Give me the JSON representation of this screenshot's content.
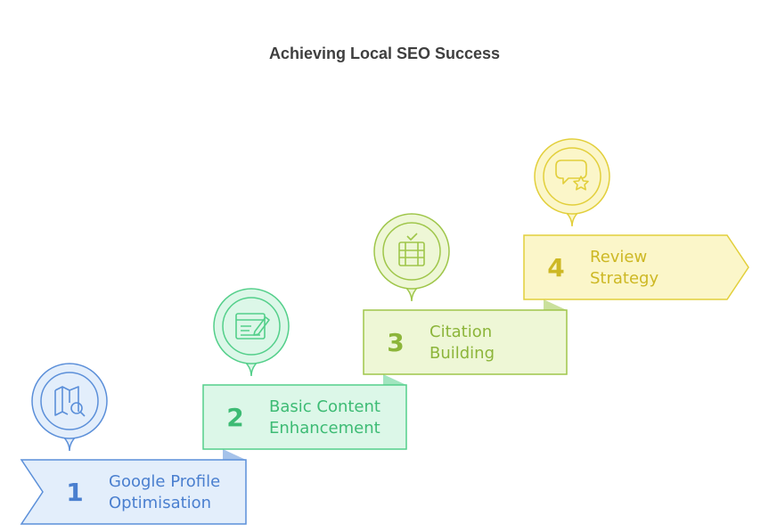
{
  "title": "Achieving Local SEO Success",
  "steps": [
    {
      "number": "1",
      "line1": "Google Profile",
      "line2": "Optimisation",
      "icon": "map-search-icon",
      "fill": "#e3eefb",
      "stroke": "#5b8fd9",
      "text": "#4a7fcf"
    },
    {
      "number": "2",
      "line1": "Basic Content",
      "line2": "Enhancement",
      "icon": "content-edit-icon",
      "fill": "#dcf7e8",
      "stroke": "#53cf8a",
      "text": "#3dbb74"
    },
    {
      "number": "3",
      "line1": "Citation",
      "line2": "Building",
      "icon": "citation-list-icon",
      "fill": "#eef7d6",
      "stroke": "#9fc64a",
      "text": "#8cb53a"
    },
    {
      "number": "4",
      "line1": "Review",
      "line2": "Strategy",
      "icon": "review-star-icon",
      "fill": "#fbf6c9",
      "stroke": "#e2cf3b",
      "text": "#cdb824"
    }
  ]
}
